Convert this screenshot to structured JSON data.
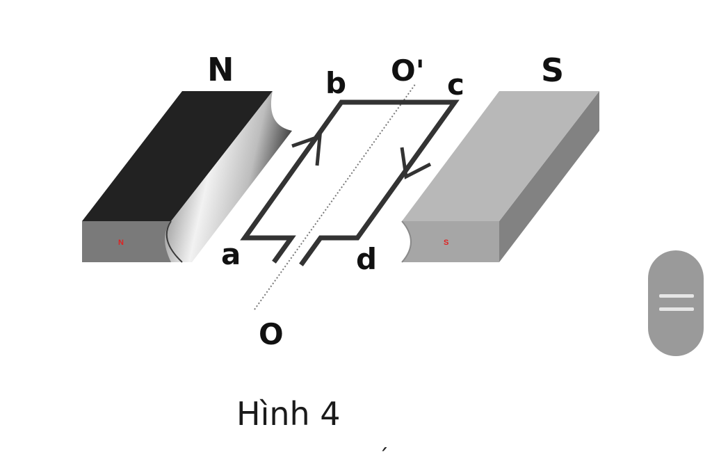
{
  "magnet_north": {
    "label": "N",
    "face_label": "N"
  },
  "magnet_south": {
    "label": "S",
    "face_label": "S"
  },
  "coil": {
    "corners": {
      "a": "a",
      "b": "b",
      "c": "c",
      "d": "d"
    }
  },
  "axis": {
    "bottom_label": "O",
    "top_label": "O'"
  },
  "caption": "Hình 4",
  "partial_text": "´",
  "colors": {
    "north_top": "#222222",
    "north_front": "#7a7a7a",
    "south_top": "#b8b8b8",
    "south_front": "#a4a4a4",
    "coil": "#333333",
    "face_text": "#e02020",
    "scroll_handle": "#9a9a9a"
  },
  "icons": {
    "scroll_grip": "double-horizontal-lines-icon"
  }
}
